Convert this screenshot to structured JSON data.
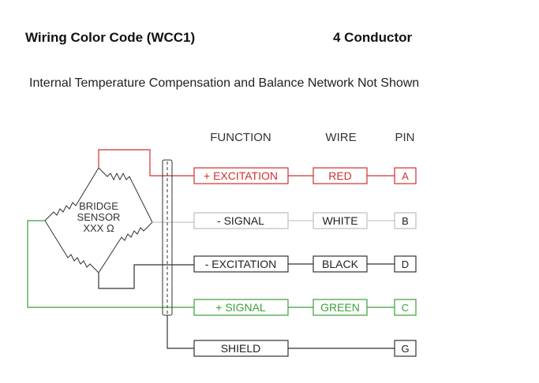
{
  "header": {
    "title": "Wiring Color Code (WCC1)",
    "conductors": "4 Conductor"
  },
  "subtitle": "Internal Temperature Compensation and Balance Network Not Shown",
  "columns": {
    "function": "FUNCTION",
    "wire": "WIRE",
    "pin": "PIN"
  },
  "sensor": {
    "line1": "BRIDGE",
    "line2": "SENSOR",
    "line3": "XXX Ω"
  },
  "rows": [
    {
      "function": "+ EXCITATION",
      "wire": "RED",
      "pin": "A",
      "color": "#d03030"
    },
    {
      "function": "- SIGNAL",
      "wire": "WHITE",
      "pin": "B",
      "color": "#c8c8c8"
    },
    {
      "function": "- EXCITATION",
      "wire": "BLACK",
      "pin": "D",
      "color": "#333333"
    },
    {
      "function": "+ SIGNAL",
      "wire": "GREEN",
      "pin": "C",
      "color": "#3aa03a"
    },
    {
      "function": "SHIELD",
      "wire": "",
      "pin": "G",
      "color": "#333333"
    }
  ]
}
